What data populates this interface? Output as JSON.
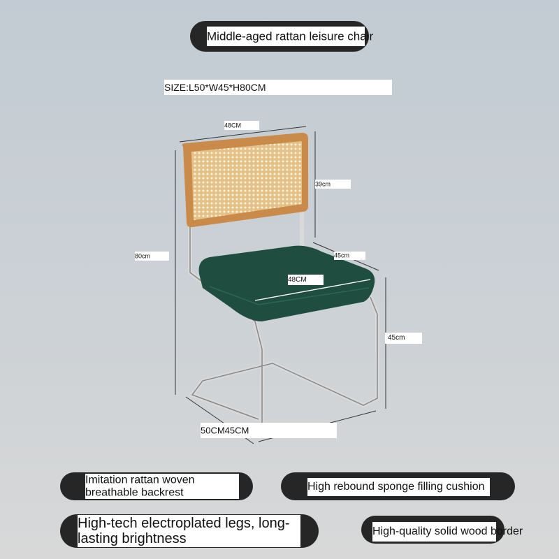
{
  "title": "Middle-aged rattan leisure chair",
  "size": "SIZE:L50*W45*H80CM",
  "dimensions": {
    "back_width": "48CM",
    "back_height": "39cm",
    "total_height": "80cm",
    "seat_depth": "45cm",
    "seat_width": "48CM",
    "seat_height": "45cm",
    "base": "50CM45CM"
  },
  "features": [
    "Imitation rattan woven breathable backrest",
    "High rebound sponge filling cushion",
    "High-tech electroplated legs, long-lasting brightness",
    "High-quality solid wood border"
  ],
  "colors": {
    "seat": "#1f4d40",
    "wood": "#c98a4a",
    "rattan": "#e6c48e",
    "chrome": "#e8e8e8"
  }
}
